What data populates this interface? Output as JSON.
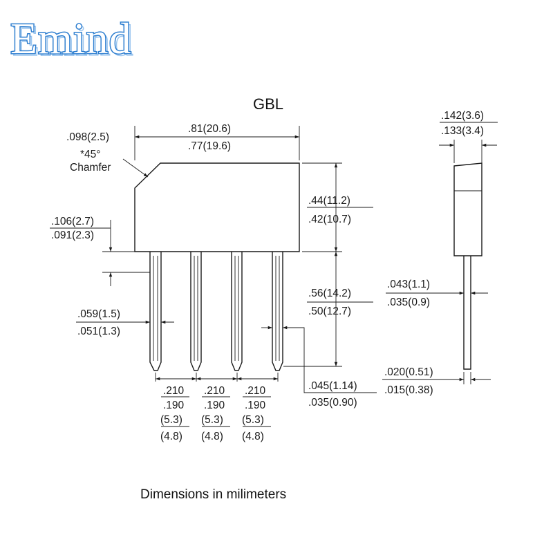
{
  "logo": {
    "text": "Emind"
  },
  "title": "GBL",
  "footer_note": "Dimensions in  milimeters",
  "colors": {
    "logo_outline": "#2f7fd0",
    "line": "#1a1a1a",
    "background": "#ffffff"
  },
  "dimensions": {
    "body_width": {
      "max": ".81(20.6)",
      "min": ".77(19.6)"
    },
    "body_height": {
      "max": ".44(11.2)",
      "min": ".42(10.7)"
    },
    "chamfer": {
      "size": ".098(2.5)",
      "angle": "*45°",
      "label": "Chamfer"
    },
    "lead_offset": {
      "max": ".106(2.7)",
      "min": ".091(2.3)"
    },
    "lead_width": {
      "max": ".059(1.5)",
      "min": ".051(1.3)"
    },
    "lead_length": {
      "max": ".56(14.2)",
      "min": ".50(12.7)"
    },
    "lead_tip": {
      "max": ".045(1.14)",
      "min": ".035(0.90)"
    },
    "lead_pitch": [
      {
        "in_max": ".210",
        "in_min": ".190",
        "mm_max": "(5.3)",
        "mm_min": "(4.8)"
      },
      {
        "in_max": ".210",
        "in_min": ".190",
        "mm_max": "(5.3)",
        "mm_min": "(4.8)"
      },
      {
        "in_max": ".210",
        "in_min": ".190",
        "mm_max": "(5.3)",
        "mm_min": "(4.8)"
      }
    ],
    "body_thickness": {
      "max": ".142(3.6)",
      "min": ".133(3.4)"
    },
    "side_lead_width": {
      "max": ".043(1.1)",
      "min": ".035(0.9)"
    },
    "side_lead_thickness": {
      "max": ".020(0.51)",
      "min": ".015(0.38)"
    }
  }
}
